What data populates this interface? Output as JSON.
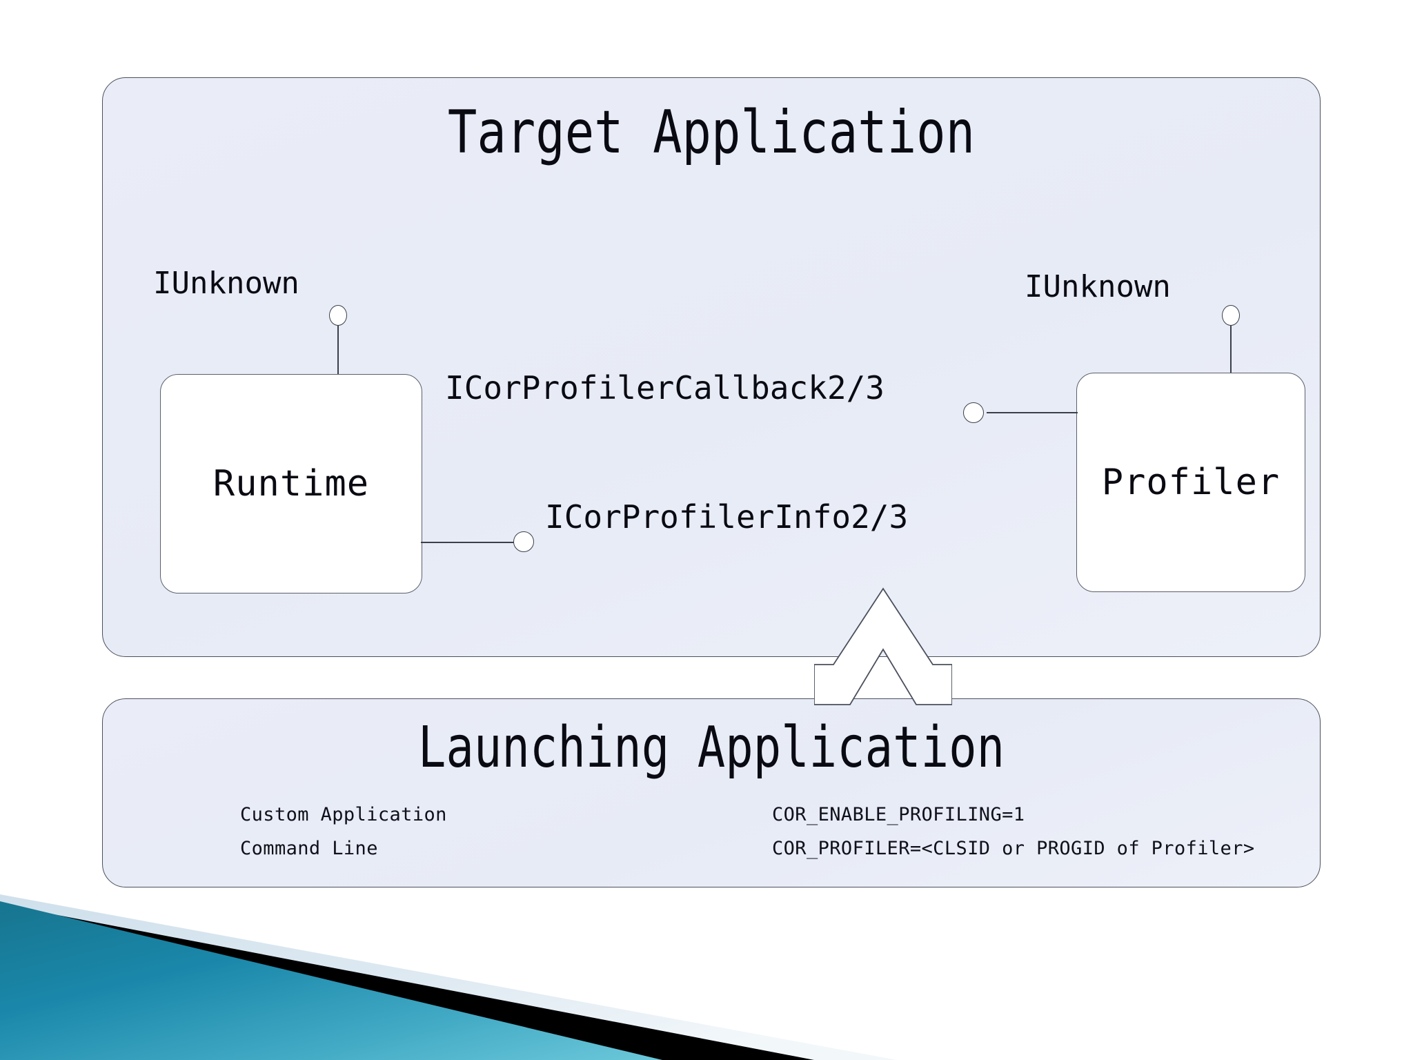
{
  "slide": {
    "background_color": "#ffffff",
    "panel_fill": "#e9ecf7",
    "panel_border": "#4a4f5c",
    "box_fill": "#ffffff",
    "box_border": "#5a5f6b",
    "connector_color": "#3a3f4a",
    "text_color": "#0a0a12",
    "deco_teal": "#1a7fa0",
    "deco_teal_light": "#5bbdd4",
    "deco_black": "#000000",
    "deco_pale": "#dde8f0"
  },
  "target_panel": {
    "title": "Target Application",
    "components": [
      {
        "name": "Runtime",
        "label": "Runtime"
      },
      {
        "name": "Profiler",
        "label": "Profiler"
      }
    ],
    "interfaces": [
      {
        "name": "runtime-iunknown",
        "label": "IUnknown"
      },
      {
        "name": "profiler-iunknown",
        "label": "IUnknown"
      },
      {
        "name": "callback",
        "label": "ICorProfilerCallback2/3"
      },
      {
        "name": "info",
        "label": "ICorProfilerInfo2/3"
      }
    ]
  },
  "launching_panel": {
    "title": "Launching Application",
    "left_lines": [
      "Custom Application",
      "Command Line"
    ],
    "right_lines": [
      "COR_ENABLE_PROFILING=1",
      "COR_PROFILER=<CLSID or PROGID of Profiler>"
    ]
  },
  "flow": {
    "arrow_direction": "up",
    "from": "Launching Application",
    "to": "Target Application"
  }
}
